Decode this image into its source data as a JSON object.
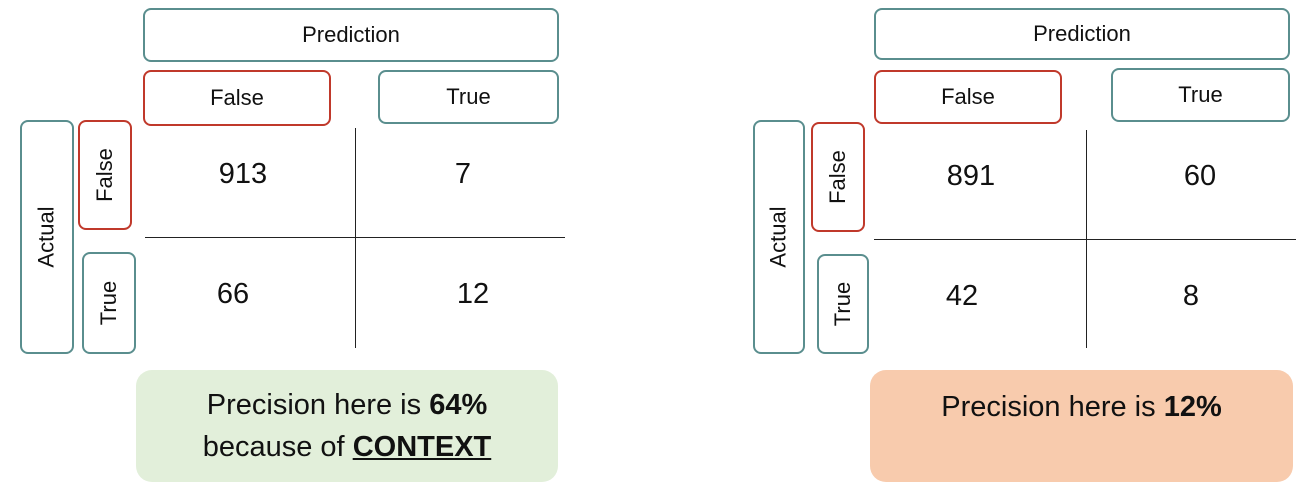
{
  "left": {
    "prediction_label": "Prediction",
    "pred_false_label": "False",
    "pred_true_label": "True",
    "actual_label": "Actual",
    "actual_false_label": "False",
    "actual_true_label": "True",
    "cells": {
      "ff": "913",
      "ft": "7",
      "tf": "66",
      "tt": "12"
    },
    "result": {
      "prefix": "Precision here is ",
      "value": "64%",
      "line2_prefix": "because of ",
      "line2_emph": "CONTEXT",
      "background": "#e2efda"
    }
  },
  "right": {
    "prediction_label": "Prediction",
    "pred_false_label": "False",
    "pred_true_label": "True",
    "actual_label": "Actual",
    "actual_false_label": "False",
    "actual_true_label": "True",
    "cells": {
      "ff": "891",
      "ft": "60",
      "tf": "42",
      "tt": "8"
    },
    "result": {
      "prefix": "Precision here is ",
      "value": "12%",
      "background": "#f8cbad"
    }
  },
  "colors": {
    "box_border": "#5a8e8e",
    "highlight_border": "#c0392b"
  }
}
